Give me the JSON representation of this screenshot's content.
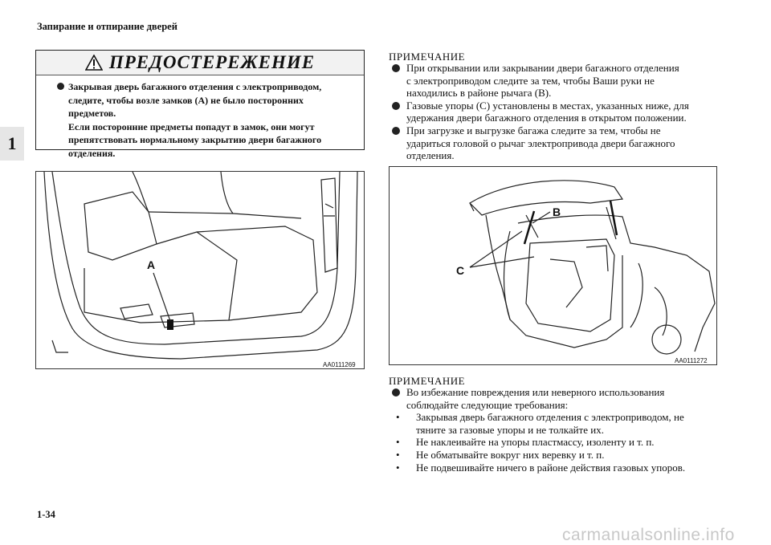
{
  "page": {
    "header_title": "Запирание и отпирание дверей",
    "chapter_tab": "1",
    "page_number": "1-34",
    "watermark": "carmanualsonline.info"
  },
  "warning": {
    "title": "ПРЕДОСТЕРЕЖЕНИЕ",
    "lines": [
      "Закрывая дверь багажного отделения с электроприводом,",
      "следите, чтобы возле замков (A) не было посторонних",
      "предметов.",
      "Если посторонние предметы попадут в замок, они могут",
      "препятствовать нормальному закрытию двери багажного",
      "отделения."
    ]
  },
  "figure_left": {
    "code": "AA0111269",
    "label_a": "A"
  },
  "figure_right": {
    "code": "AA0111272",
    "label_b": "B",
    "label_c": "C"
  },
  "note1": {
    "heading": "ПРИМЕЧАНИЕ",
    "items": [
      [
        "При открывании или закрывании двери багажного отделения",
        "с электроприводом следите за тем, чтобы Ваши руки не",
        "находились в районе рычага (B)."
      ],
      [
        "Газовые упоры (C) установлены в местах, указанных ниже, для",
        "удержания двери багажного отделения в открытом положении."
      ],
      [
        "При загрузке и выгрузке багажа следите за тем, чтобы не",
        "удариться головой о рычаг электропривода двери багажного",
        "отделения."
      ]
    ]
  },
  "note2": {
    "heading": "ПРИМЕЧАНИЕ",
    "intro": [
      "Во избежание повреждения или неверного использования",
      "соблюдайте следующие требования:"
    ],
    "subitems": [
      [
        "Закрывая дверь багажного отделения с электроприводом, не",
        "тяните за газовые упоры и не толкайте их."
      ],
      [
        "Не наклеивайте на упоры пластмассу, изоленту и т. п."
      ],
      [
        "Не обматывайте вокруг них веревку и т. п."
      ],
      [
        "Не подвешивайте ничего в районе действия газовых упоров."
      ]
    ],
    "sub_bullet": "•"
  }
}
